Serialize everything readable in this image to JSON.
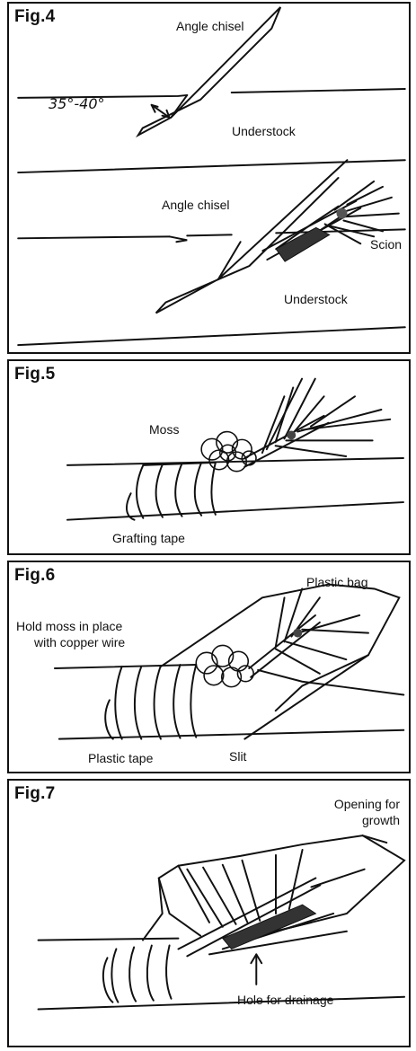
{
  "figures": [
    {
      "id": "fig4",
      "title": "Fig.4",
      "labels": {
        "angle_chisel_top": "Angle chisel",
        "angle_range": "35°-40°",
        "understock_top": "Understock",
        "angle_chisel_bottom": "Angle chisel",
        "scion": "Scion",
        "understock_bottom": "Understock"
      }
    },
    {
      "id": "fig5",
      "title": "Fig.5",
      "labels": {
        "moss": "Moss",
        "grafting_tape": "Grafting tape"
      }
    },
    {
      "id": "fig6",
      "title": "Fig.6",
      "labels": {
        "plastic_bag": "Plastic bag",
        "hold_moss_line1": "Hold moss in place",
        "hold_moss_line2": "with copper wire",
        "plastic_tape": "Plastic tape",
        "slit": "Slit"
      }
    },
    {
      "id": "fig7",
      "title": "Fig.7",
      "labels": {
        "opening_line1": "Opening for",
        "opening_line2": "growth",
        "hole_for_drainage": "Hole for drainage"
      }
    }
  ],
  "colors": {
    "ink": "#111111",
    "paper": "#ffffff"
  }
}
